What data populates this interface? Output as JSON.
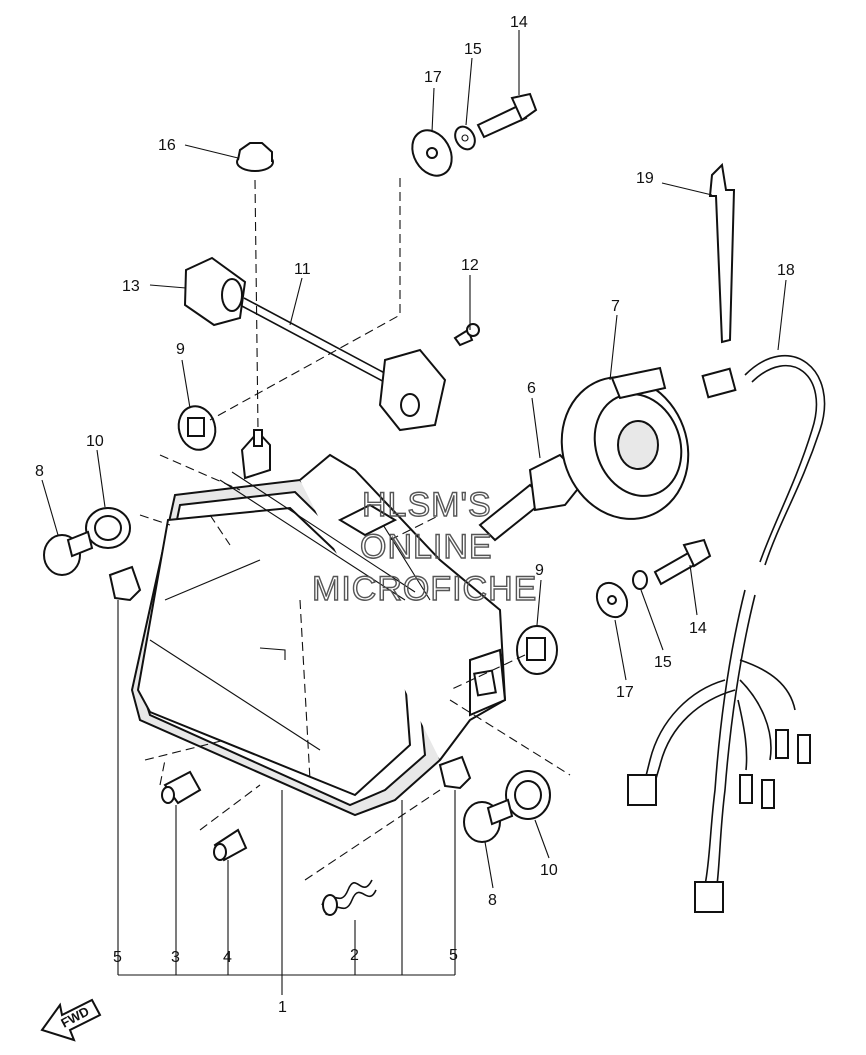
{
  "watermark": {
    "line1": "HLSM'S",
    "line2": "ONLINE",
    "line3": "MICROFICHE"
  },
  "direction_marker": "FWD",
  "callouts": {
    "c14a": "14",
    "c15a": "15",
    "c17a": "17",
    "c16": "16",
    "c13": "13",
    "c11": "11",
    "c12": "12",
    "c19": "19",
    "c18": "18",
    "c9a": "9",
    "c7": "7",
    "c6": "6",
    "c10a": "10",
    "c8a": "8",
    "c9b": "9",
    "c14b": "14",
    "c15b": "15",
    "c17b": "17",
    "c10b": "10",
    "c8b": "8",
    "c5a": "5",
    "c3": "3",
    "c4": "4",
    "c2": "2",
    "c5b": "5",
    "c1": "1"
  }
}
